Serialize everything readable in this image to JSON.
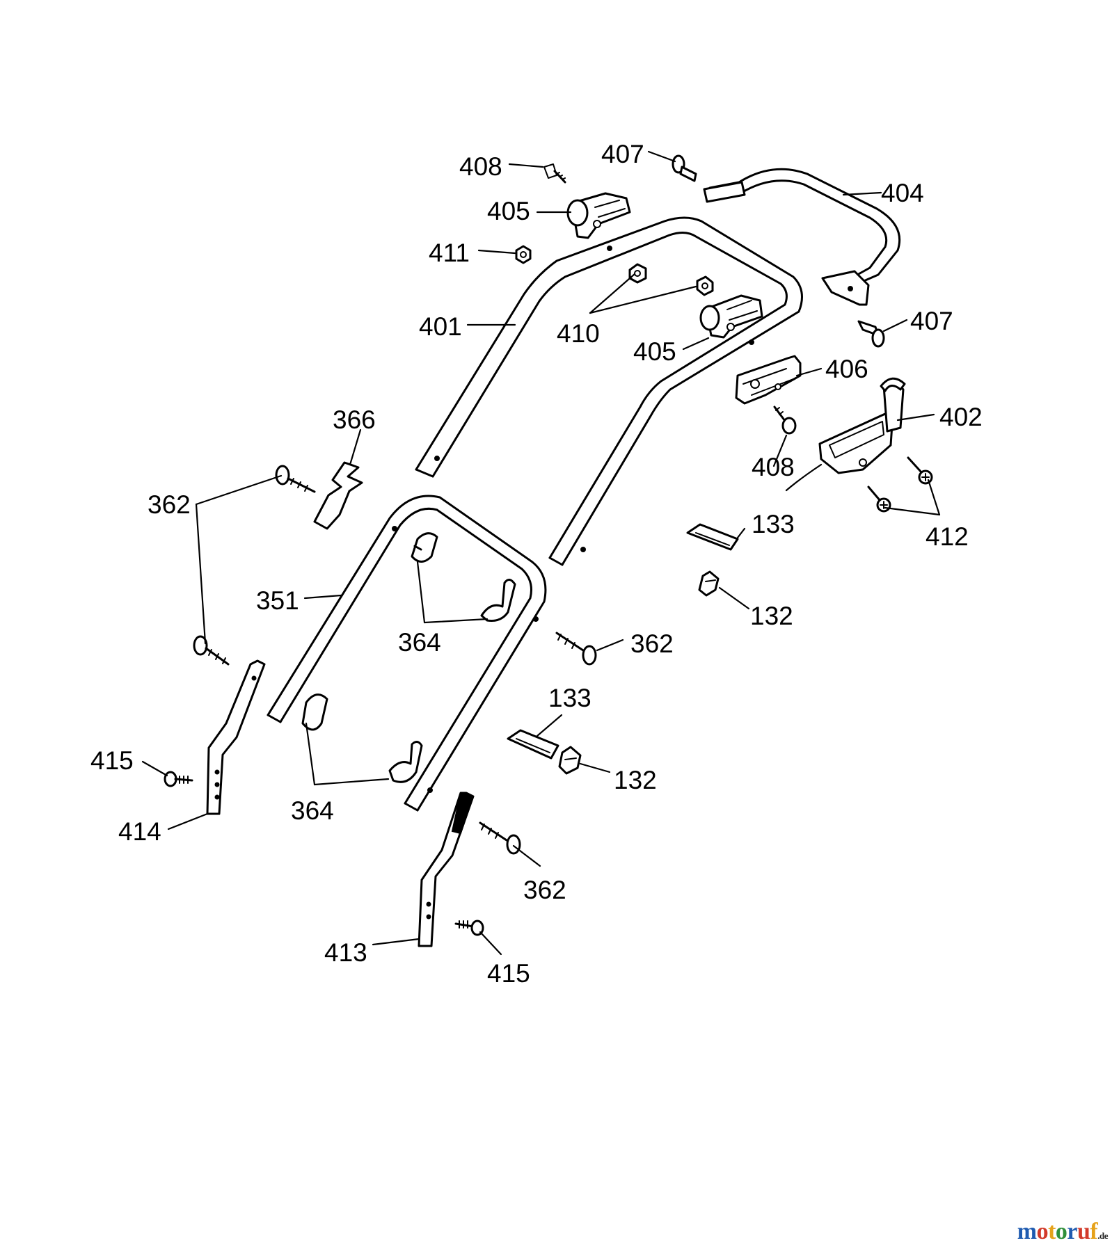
{
  "colors": {
    "line": "#000000",
    "background": "#ffffff",
    "brand_m": "#1f5bb0",
    "brand_o1": "#d23a2a",
    "brand_t": "#e6a21a",
    "brand_o2": "#2f8f3a",
    "brand_r": "#1f5bb0",
    "brand_u": "#d23a2a",
    "brand_f": "#e6a21a"
  },
  "brand": {
    "letters": [
      "m",
      "o",
      "t",
      "o",
      "r",
      "u",
      "f"
    ],
    "suffix": ".de"
  },
  "callouts": {
    "c408_top": "408",
    "c407_top": "407",
    "c404": "404",
    "c405_top": "405",
    "c411": "411",
    "c401": "401",
    "c410": "410",
    "c405_mid": "405",
    "c407_right": "407",
    "c406": "406",
    "c402": "402",
    "c366": "366",
    "c408_mid": "408",
    "c362_left": "362",
    "c133_right": "133",
    "c412": "412",
    "c351": "351",
    "c132_right": "132",
    "c364_top": "364",
    "c362_mid": "362",
    "c133_mid": "133",
    "c415_left": "415",
    "c132_mid": "132",
    "c364_bottom": "364",
    "c414": "414",
    "c362_bottom": "362",
    "c413": "413",
    "c415_bottom": "415"
  }
}
